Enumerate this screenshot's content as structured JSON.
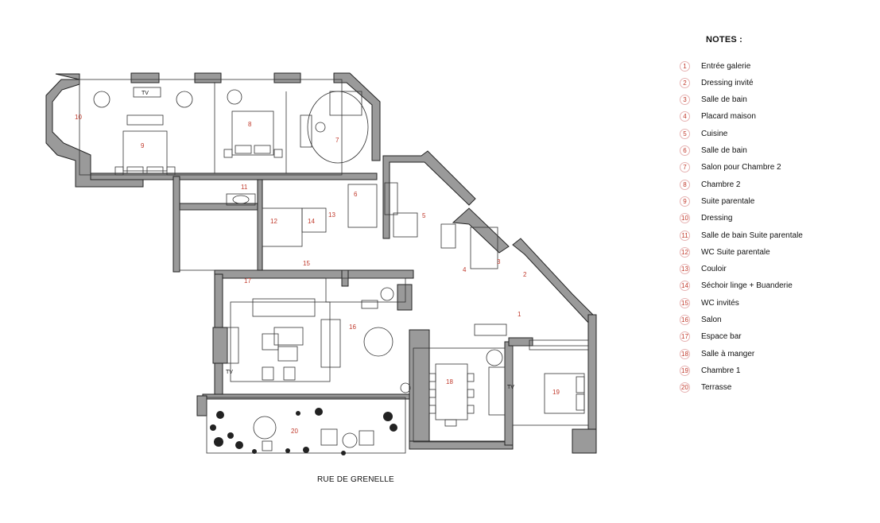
{
  "notes": {
    "title": "NOTES :",
    "items": [
      {
        "num": "1",
        "label": "Entrée galerie"
      },
      {
        "num": "2",
        "label": "Dressing invité"
      },
      {
        "num": "3",
        "label": "Salle de bain"
      },
      {
        "num": "4",
        "label": "Placard maison"
      },
      {
        "num": "5",
        "label": "Cuisine"
      },
      {
        "num": "6",
        "label": "Salle de bain"
      },
      {
        "num": "7",
        "label": "Salon pour Chambre 2"
      },
      {
        "num": "8",
        "label": "Chambre 2"
      },
      {
        "num": "9",
        "label": "Suite parentale"
      },
      {
        "num": "10",
        "label": "Dressing"
      },
      {
        "num": "11",
        "label": "Salle de bain Suite parentale"
      },
      {
        "num": "12",
        "label": "WC Suite parentale"
      },
      {
        "num": "13",
        "label": "Couloir"
      },
      {
        "num": "14",
        "label": "Séchoir linge  + Buanderie"
      },
      {
        "num": "15",
        "label": "WC  invités"
      },
      {
        "num": "16",
        "label": "Salon"
      },
      {
        "num": "17",
        "label": "Espace bar"
      },
      {
        "num": "18",
        "label": "Salle à manger"
      },
      {
        "num": "19",
        "label": "Chambre 1"
      },
      {
        "num": "20",
        "label": "Terrasse"
      }
    ]
  },
  "plan": {
    "street_label": "RUE DE GRENELLE",
    "tv_label": "TV",
    "rooms": [
      {
        "num": "1"
      },
      {
        "num": "2"
      },
      {
        "num": "3"
      },
      {
        "num": "4"
      },
      {
        "num": "5"
      },
      {
        "num": "6"
      },
      {
        "num": "7"
      },
      {
        "num": "8"
      },
      {
        "num": "9"
      },
      {
        "num": "10"
      },
      {
        "num": "11"
      },
      {
        "num": "12"
      },
      {
        "num": "13"
      },
      {
        "num": "14"
      },
      {
        "num": "15"
      },
      {
        "num": "16"
      },
      {
        "num": "17"
      },
      {
        "num": "18"
      },
      {
        "num": "19"
      },
      {
        "num": "20"
      }
    ]
  },
  "colors": {
    "wall": "#9a9a9a",
    "wall_outline": "#222222",
    "room_label": "#c0392b",
    "badge_border": "#e7b3b3"
  }
}
